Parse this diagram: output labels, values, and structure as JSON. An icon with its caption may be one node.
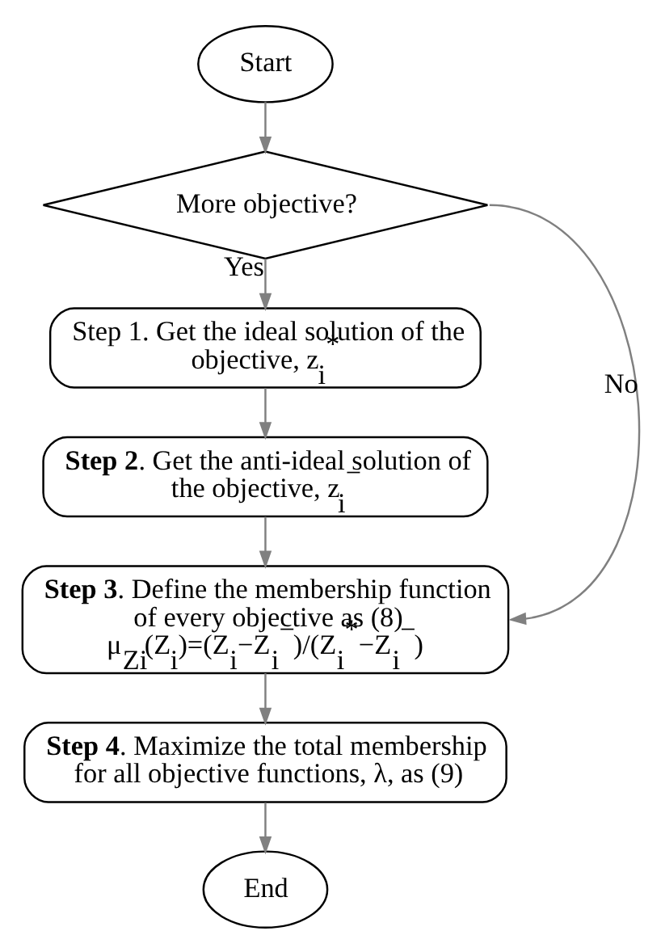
{
  "diagram": {
    "nodes": [
      {
        "text": [
          "Start"
        ]
      },
      {
        "text": [
          "More objective?"
        ]
      },
      {
        "text": [
          "Step 1. Get the ideal solution of the objective, z$_{i}$$^{*}$"
        ]
      },
      {
        "text": [
          "**Step 2**. Get the anti-ideal solution of the objective, z$_{i}$$^{−}$"
        ]
      },
      {
        "text": [
          "**Step 3**. Define the membership function of every objective as (8)",
          "μ$_{Zi}$(Z$_{i}$)=(Z$_{i}$−Z$_{i}$$^{−}$)/(Z$_{i}$$^{*}$−Z$_{i}$$^{−}$)"
        ]
      },
      {
        "text": [
          "**Step 4**. Maximize the total membership for all objective functions, λ, as (9)"
        ]
      },
      {
        "text": [
          "End"
        ]
      }
    ],
    "edges": [
      {
        "from": 0,
        "to": 1,
        "arrow": "to"
      },
      {
        "from": 1,
        "to": 2,
        "arrow": "to",
        "label": "Yes"
      },
      {
        "from": 1,
        "to": 4,
        "arrow": "to",
        "label": "No"
      },
      {
        "from": 2,
        "to": 3,
        "arrow": "to"
      },
      {
        "from": 3,
        "to": 4,
        "arrow": "to"
      },
      {
        "from": 4,
        "to": 5,
        "arrow": "to"
      },
      {
        "from": 5,
        "to": 6,
        "arrow": "to"
      }
    ]
  }
}
